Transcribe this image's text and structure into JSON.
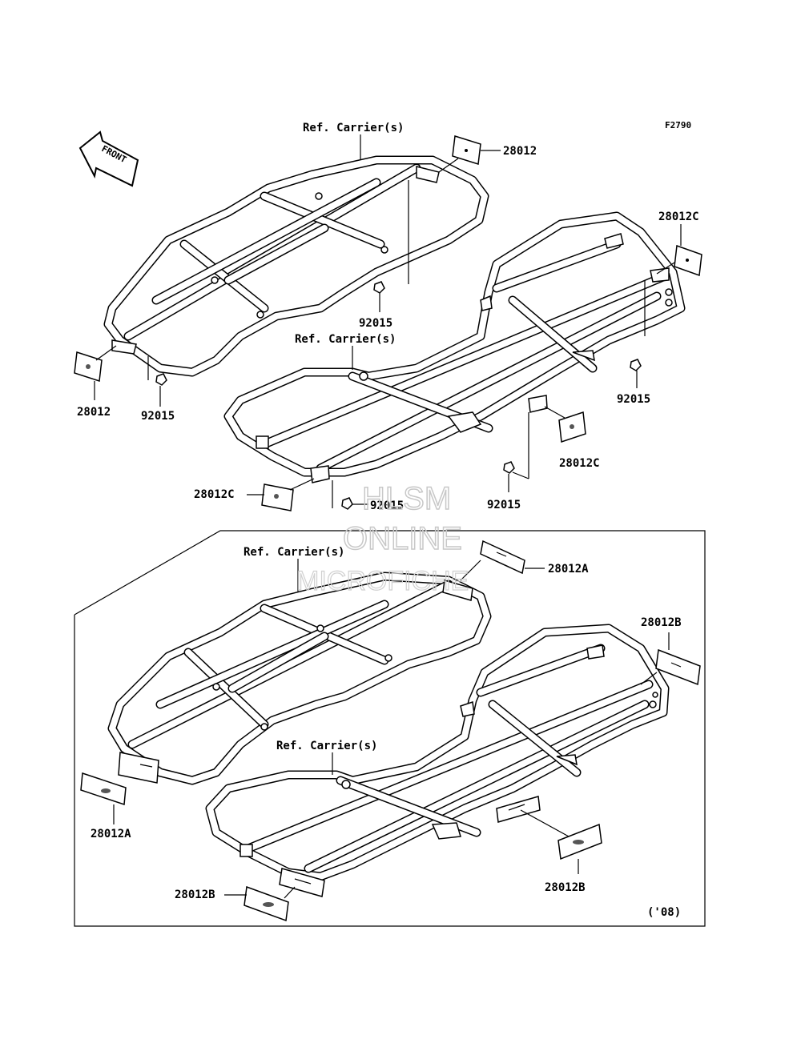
{
  "figure_code": "F2790",
  "front_label": "FRONT",
  "top_section": {
    "ref_labels": [
      "Ref. Carrier(s)",
      "Ref. Carrier(s)"
    ],
    "parts": {
      "p1": "28012",
      "p2": "28012",
      "p3": "92015",
      "p4": "92015",
      "p5": "28012C",
      "p6": "92015",
      "p7": "28012C",
      "p8": "92015",
      "p9": "28012C",
      "p10": "92015"
    }
  },
  "bottom_section": {
    "ref_labels": [
      "Ref. Carrier(s)",
      "Ref. Carrier(s)"
    ],
    "parts": {
      "p1": "28012A",
      "p2": "28012A",
      "p3": "28012B",
      "p4": "28012B",
      "p5": "28012B"
    },
    "year_note": "('08)"
  },
  "watermark": [
    "HLSM",
    "ONLINE",
    "MICROFICHE"
  ]
}
